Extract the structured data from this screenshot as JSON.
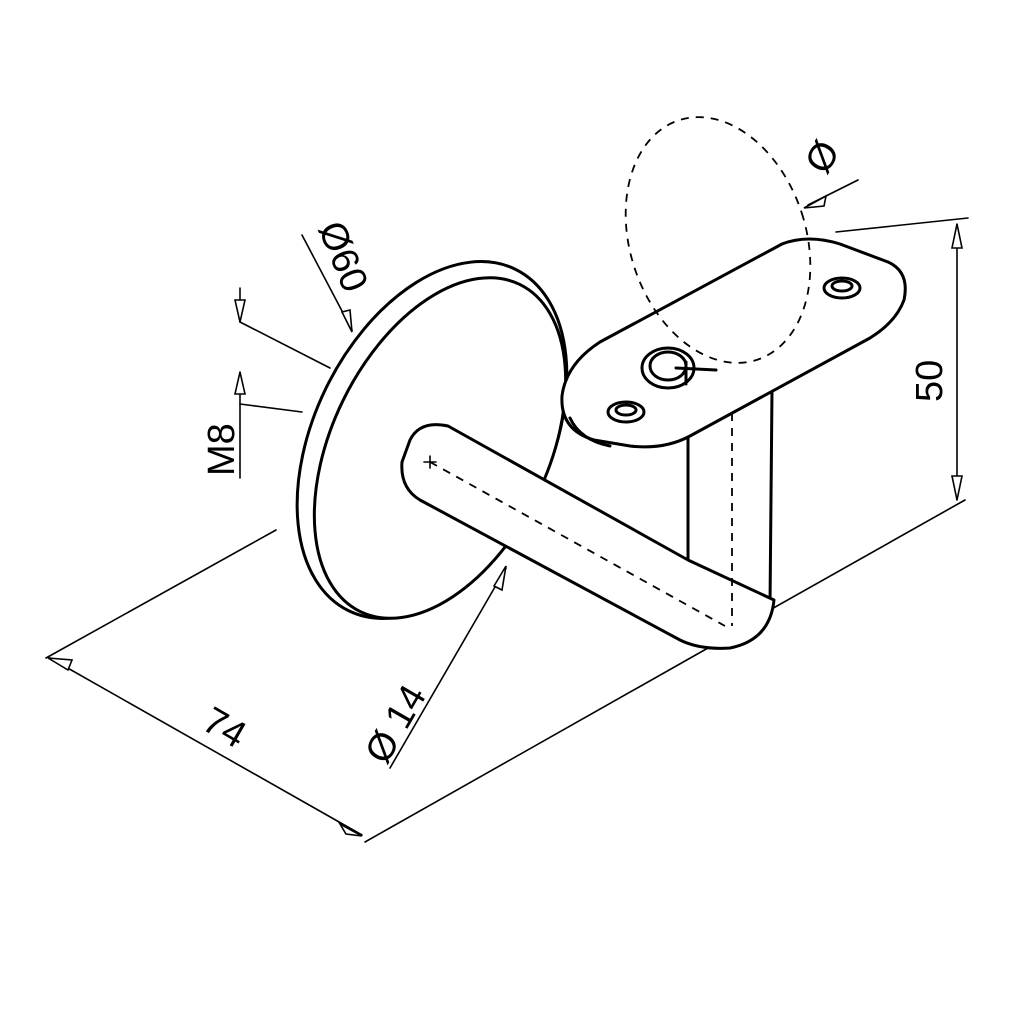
{
  "drawing": {
    "dimensions": {
      "plate_diameter": "Ø60",
      "thread": "M8",
      "rod_diameter": "Ø 14",
      "projection": "74",
      "height": "50",
      "rail_diameter": "Ø"
    }
  }
}
